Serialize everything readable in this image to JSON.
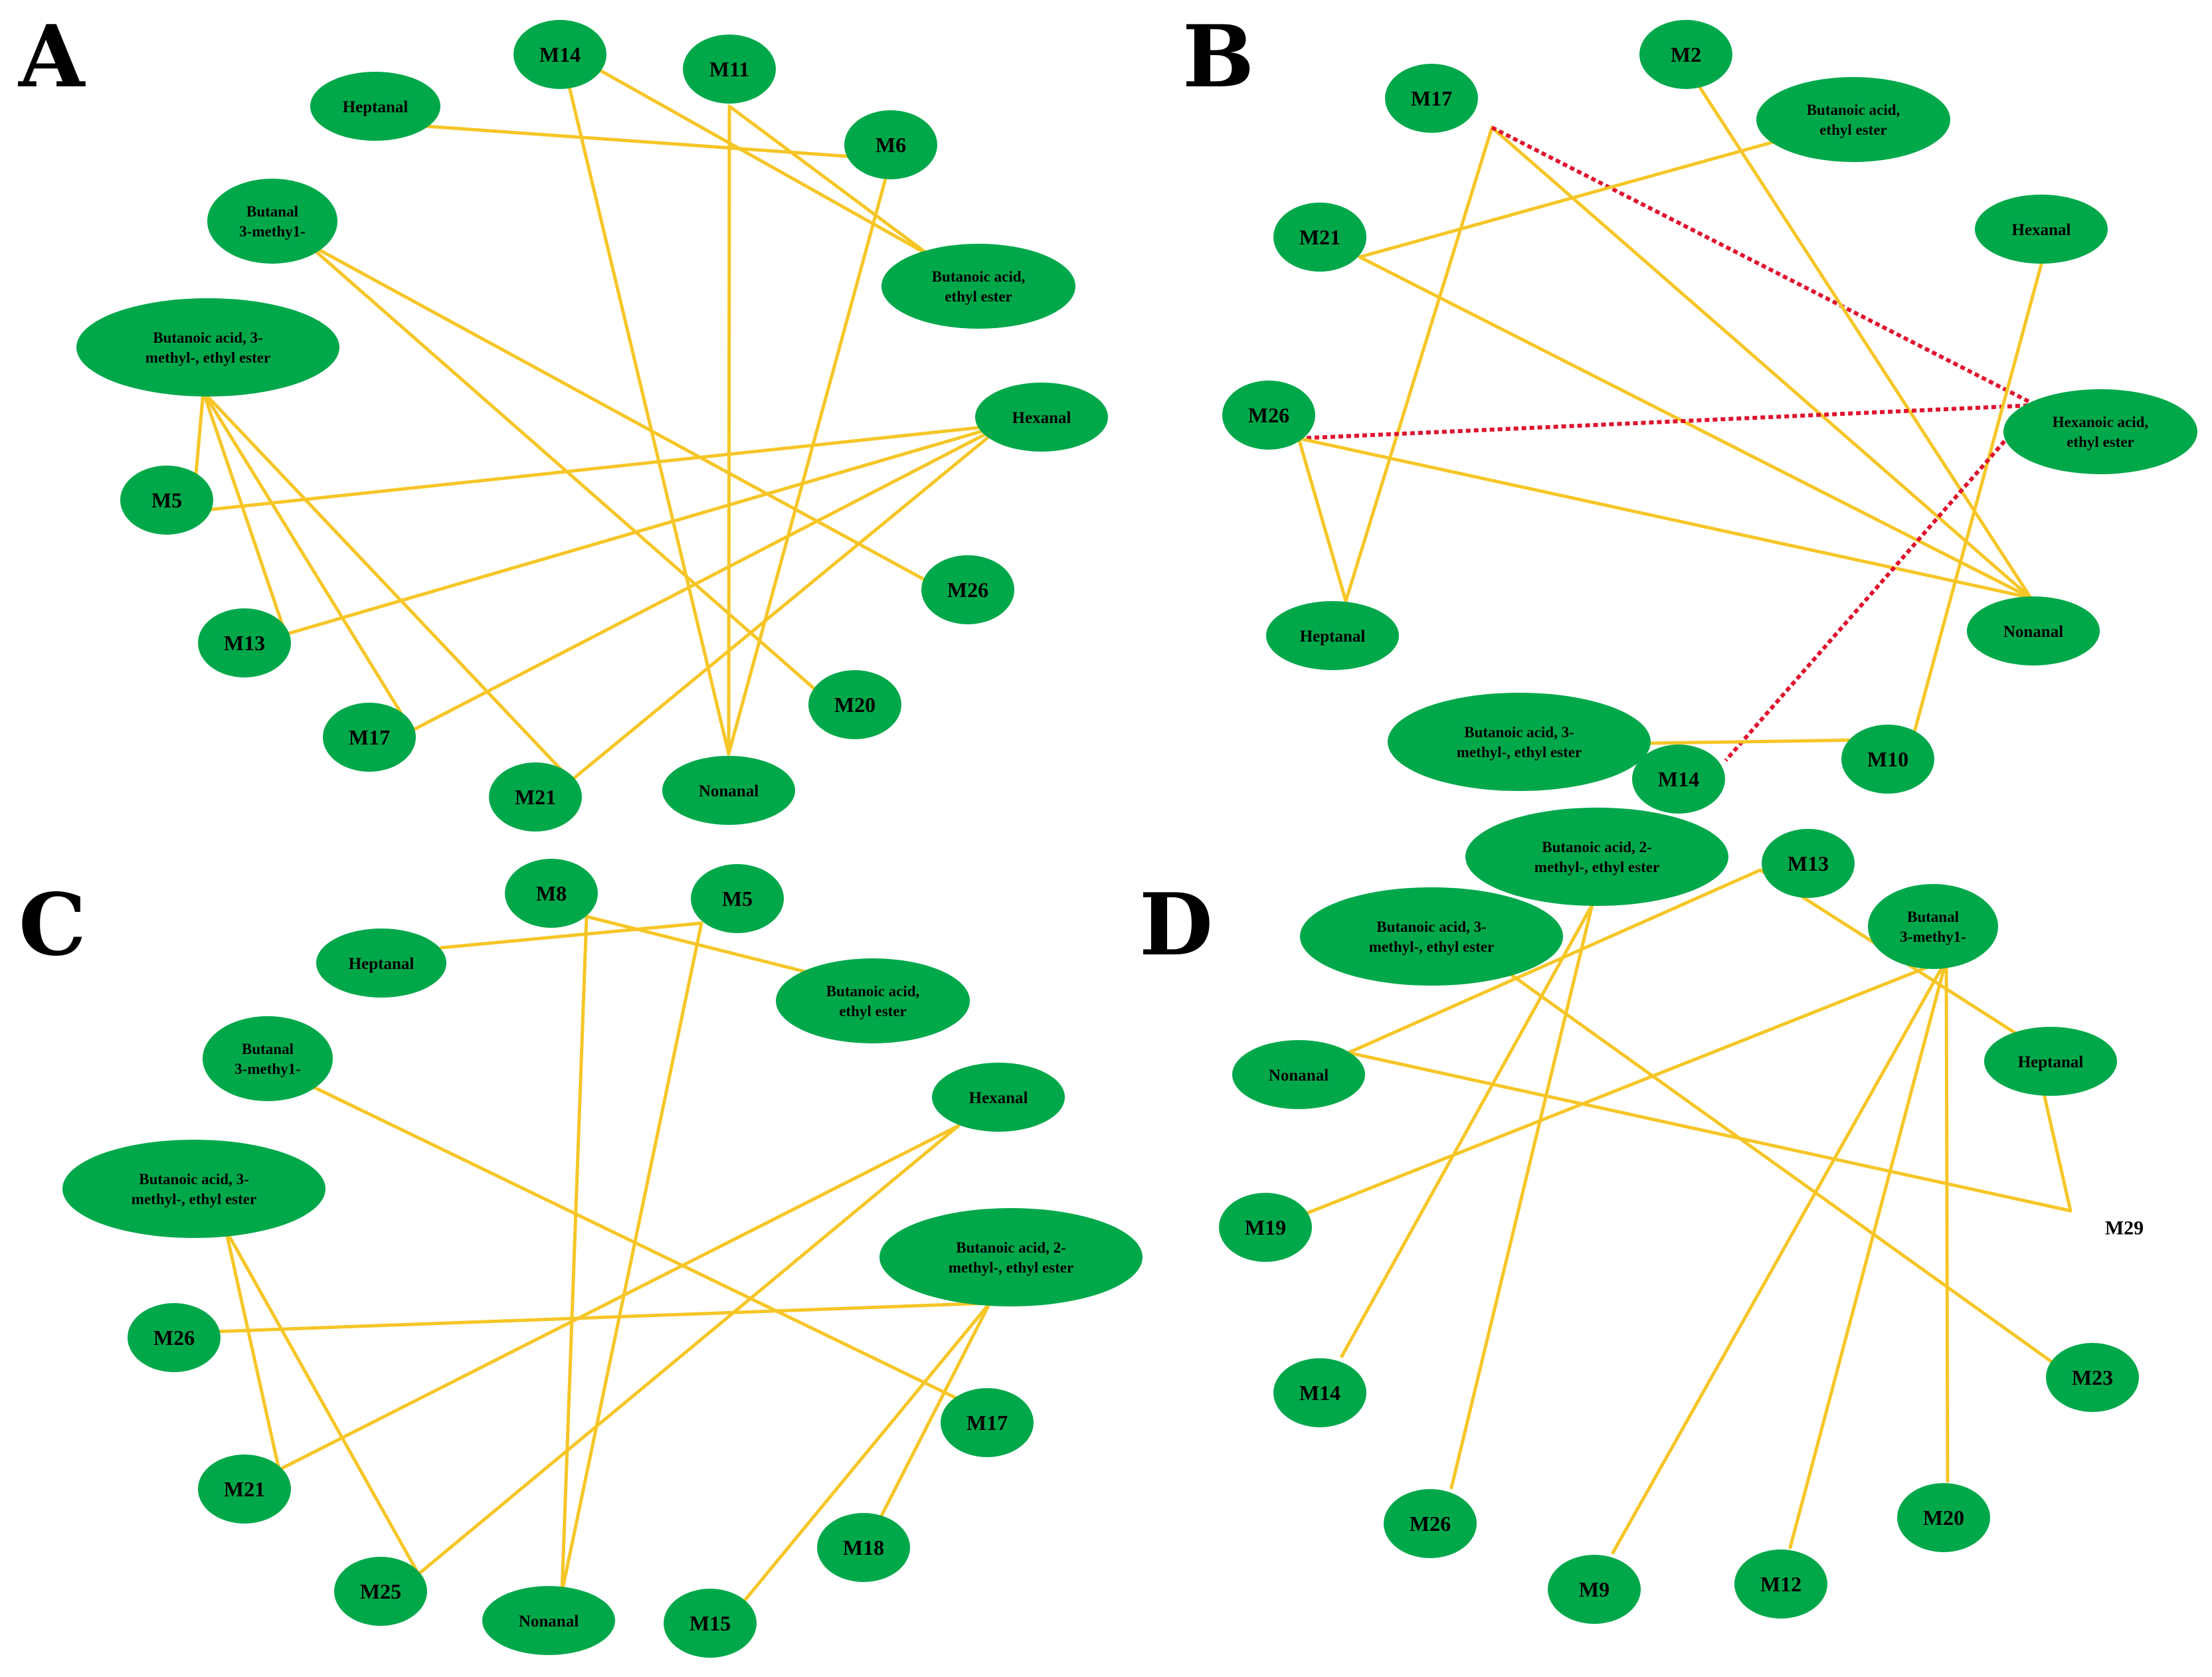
{
  "colors": {
    "node_fill": "#00a84a",
    "positive_edge": "#f6c627",
    "negative_edge": "#e0122d",
    "text": "#000000",
    "background": "#ffffff"
  },
  "panels": [
    {
      "id": "A",
      "label": "A",
      "nodes": [
        {
          "id": "M14",
          "lines": [
            "M14"
          ]
        },
        {
          "id": "M11",
          "lines": [
            "M11"
          ]
        },
        {
          "id": "Heptanal",
          "lines": [
            "Heptanal"
          ]
        },
        {
          "id": "M6",
          "lines": [
            "M6"
          ]
        },
        {
          "id": "Butanal3",
          "lines": [
            "Butanal",
            "3-methy1-"
          ]
        },
        {
          "id": "ButEthyl",
          "lines": [
            "Butanoic acid,",
            "ethyl ester"
          ]
        },
        {
          "id": "But3Me",
          "lines": [
            "Butanoic acid, 3-",
            "methyl-, ethyl ester"
          ]
        },
        {
          "id": "Hexanal",
          "lines": [
            "Hexanal"
          ]
        },
        {
          "id": "M5",
          "lines": [
            "M5"
          ]
        },
        {
          "id": "M26",
          "lines": [
            "M26"
          ]
        },
        {
          "id": "M13",
          "lines": [
            "M13"
          ]
        },
        {
          "id": "M20",
          "lines": [
            "M20"
          ]
        },
        {
          "id": "M17",
          "lines": [
            "M17"
          ]
        },
        {
          "id": "M21",
          "lines": [
            "M21"
          ]
        },
        {
          "id": "Nonanal",
          "lines": [
            "Nonanal"
          ]
        }
      ],
      "edges": [
        {
          "source": "M14",
          "target": "ButEthyl",
          "sign": "positive"
        },
        {
          "source": "M14",
          "target": "Nonanal",
          "sign": "positive"
        },
        {
          "source": "M11",
          "target": "Nonanal",
          "sign": "positive"
        },
        {
          "source": "M11",
          "target": "ButEthyl",
          "sign": "positive"
        },
        {
          "source": "Heptanal",
          "target": "M6",
          "sign": "positive"
        },
        {
          "source": "M6",
          "target": "Nonanal",
          "sign": "positive"
        },
        {
          "source": "Butanal3",
          "target": "M26",
          "sign": "positive"
        },
        {
          "source": "Butanal3",
          "target": "M20",
          "sign": "positive"
        },
        {
          "source": "But3Me",
          "target": "M5",
          "sign": "positive"
        },
        {
          "source": "But3Me",
          "target": "M13",
          "sign": "positive"
        },
        {
          "source": "But3Me",
          "target": "M17",
          "sign": "positive"
        },
        {
          "source": "But3Me",
          "target": "M21",
          "sign": "positive"
        },
        {
          "source": "Hexanal",
          "target": "M5",
          "sign": "positive"
        },
        {
          "source": "Hexanal",
          "target": "M13",
          "sign": "positive"
        },
        {
          "source": "Hexanal",
          "target": "M17",
          "sign": "positive"
        },
        {
          "source": "Hexanal",
          "target": "M21",
          "sign": "positive"
        }
      ]
    },
    {
      "id": "B",
      "label": "B",
      "nodes": [
        {
          "id": "M2",
          "lines": [
            "M2"
          ]
        },
        {
          "id": "M17",
          "lines": [
            "M17"
          ]
        },
        {
          "id": "ButEthyl",
          "lines": [
            "Butanoic acid,",
            "ethyl ester"
          ]
        },
        {
          "id": "Hexanal",
          "lines": [
            "Hexanal"
          ]
        },
        {
          "id": "M21",
          "lines": [
            "M21"
          ]
        },
        {
          "id": "M26",
          "lines": [
            "M26"
          ]
        },
        {
          "id": "HexEthyl",
          "lines": [
            "Hexanoic acid,",
            "ethyl ester"
          ]
        },
        {
          "id": "Heptanal",
          "lines": [
            "Heptanal"
          ]
        },
        {
          "id": "Nonanal",
          "lines": [
            "Nonanal"
          ]
        },
        {
          "id": "But3Me",
          "lines": [
            "Butanoic acid, 3-",
            "methyl-, ethyl ester"
          ]
        },
        {
          "id": "M10",
          "lines": [
            "M10"
          ]
        },
        {
          "id": "M14",
          "lines": [
            "M14"
          ]
        }
      ],
      "edges": [
        {
          "source": "M17",
          "target": "Heptanal",
          "sign": "positive"
        },
        {
          "source": "M17",
          "target": "Nonanal",
          "sign": "positive"
        },
        {
          "source": "M17",
          "target": "HexEthyl",
          "sign": "negative"
        },
        {
          "source": "M2",
          "target": "Nonanal",
          "sign": "positive"
        },
        {
          "source": "M21",
          "target": "ButEthyl",
          "sign": "positive"
        },
        {
          "source": "M21",
          "target": "Nonanal",
          "sign": "positive"
        },
        {
          "source": "M26",
          "target": "HexEthyl",
          "sign": "negative"
        },
        {
          "source": "M26",
          "target": "Nonanal",
          "sign": "positive"
        },
        {
          "source": "M26",
          "target": "Heptanal",
          "sign": "positive"
        },
        {
          "source": "Hexanal",
          "target": "M10",
          "sign": "positive"
        },
        {
          "source": "HexEthyl",
          "target": "M14",
          "sign": "negative"
        },
        {
          "source": "But3Me",
          "target": "M10",
          "sign": "positive"
        }
      ]
    },
    {
      "id": "C",
      "label": "C",
      "nodes": [
        {
          "id": "M8",
          "lines": [
            "M8"
          ]
        },
        {
          "id": "M5",
          "lines": [
            "M5"
          ]
        },
        {
          "id": "Heptanal",
          "lines": [
            "Heptanal"
          ]
        },
        {
          "id": "ButEthyl",
          "lines": [
            "Butanoic acid,",
            "ethyl ester"
          ]
        },
        {
          "id": "Butanal3",
          "lines": [
            "Butanal",
            "3-methy1-"
          ]
        },
        {
          "id": "Hexanal",
          "lines": [
            "Hexanal"
          ]
        },
        {
          "id": "But3Me",
          "lines": [
            "Butanoic acid, 3-",
            "methyl-, ethyl ester"
          ]
        },
        {
          "id": "But2Me",
          "lines": [
            "Butanoic acid, 2-",
            "methyl-, ethyl ester"
          ]
        },
        {
          "id": "M26",
          "lines": [
            "M26"
          ]
        },
        {
          "id": "M17",
          "lines": [
            "M17"
          ]
        },
        {
          "id": "M21",
          "lines": [
            "M21"
          ]
        },
        {
          "id": "M18",
          "lines": [
            "M18"
          ]
        },
        {
          "id": "M25",
          "lines": [
            "M25"
          ]
        },
        {
          "id": "Nonanal",
          "lines": [
            "Nonanal"
          ]
        },
        {
          "id": "M15",
          "lines": [
            "M15"
          ]
        }
      ],
      "edges": [
        {
          "source": "Heptanal",
          "target": "M5",
          "sign": "positive"
        },
        {
          "source": "M8",
          "target": "ButEthyl",
          "sign": "positive"
        },
        {
          "source": "M8",
          "target": "Nonanal",
          "sign": "positive"
        },
        {
          "source": "M5",
          "target": "Nonanal",
          "sign": "positive"
        },
        {
          "source": "Butanal3",
          "target": "M17",
          "sign": "positive"
        },
        {
          "source": "Hexanal",
          "target": "M21",
          "sign": "positive"
        },
        {
          "source": "Hexanal",
          "target": "M25",
          "sign": "positive"
        },
        {
          "source": "But3Me",
          "target": "M21",
          "sign": "positive"
        },
        {
          "source": "But3Me",
          "target": "M25",
          "sign": "positive"
        },
        {
          "source": "But2Me",
          "target": "M26",
          "sign": "positive"
        },
        {
          "source": "But2Me",
          "target": "M15",
          "sign": "positive"
        },
        {
          "source": "But2Me",
          "target": "M18",
          "sign": "positive"
        }
      ]
    },
    {
      "id": "D",
      "label": "D",
      "nodes": [
        {
          "id": "But2Me",
          "lines": [
            "Butanoic acid, 2-",
            "methyl-, ethyl ester"
          ]
        },
        {
          "id": "M13",
          "lines": [
            "M13"
          ]
        },
        {
          "id": "But3Me",
          "lines": [
            "Butanoic acid, 3-",
            "methyl-, ethyl ester"
          ]
        },
        {
          "id": "Butanal3",
          "lines": [
            "Butanal",
            "3-methy1-"
          ]
        },
        {
          "id": "Heptanal",
          "lines": [
            "Heptanal"
          ]
        },
        {
          "id": "Nonanal",
          "lines": [
            "Nonanal"
          ]
        },
        {
          "id": "M29",
          "lines": [
            "M29"
          ]
        },
        {
          "id": "M19",
          "lines": [
            "M19"
          ]
        },
        {
          "id": "M23",
          "lines": [
            "M23"
          ]
        },
        {
          "id": "M14",
          "lines": [
            "M14"
          ]
        },
        {
          "id": "M20",
          "lines": [
            "M20"
          ]
        },
        {
          "id": "M26",
          "lines": [
            "M26"
          ]
        },
        {
          "id": "M12",
          "lines": [
            "M12"
          ]
        },
        {
          "id": "M9",
          "lines": [
            "M9"
          ]
        }
      ],
      "edges": [
        {
          "source": "M13",
          "target": "Nonanal",
          "sign": "positive"
        },
        {
          "source": "M13",
          "target": "Heptanal",
          "sign": "positive"
        },
        {
          "source": "But2Me",
          "target": "M14",
          "sign": "positive"
        },
        {
          "source": "But2Me",
          "target": "M26",
          "sign": "positive"
        },
        {
          "source": "But3Me",
          "target": "M23",
          "sign": "positive"
        },
        {
          "source": "Butanal3",
          "target": "M19",
          "sign": "positive"
        },
        {
          "source": "Butanal3",
          "target": "M9",
          "sign": "positive"
        },
        {
          "source": "Butanal3",
          "target": "M12",
          "sign": "positive"
        },
        {
          "source": "Butanal3",
          "target": "M20",
          "sign": "positive"
        },
        {
          "source": "Nonanal",
          "target": "M29",
          "sign": "positive"
        },
        {
          "source": "Heptanal",
          "target": "M29",
          "sign": "positive"
        }
      ]
    }
  ]
}
